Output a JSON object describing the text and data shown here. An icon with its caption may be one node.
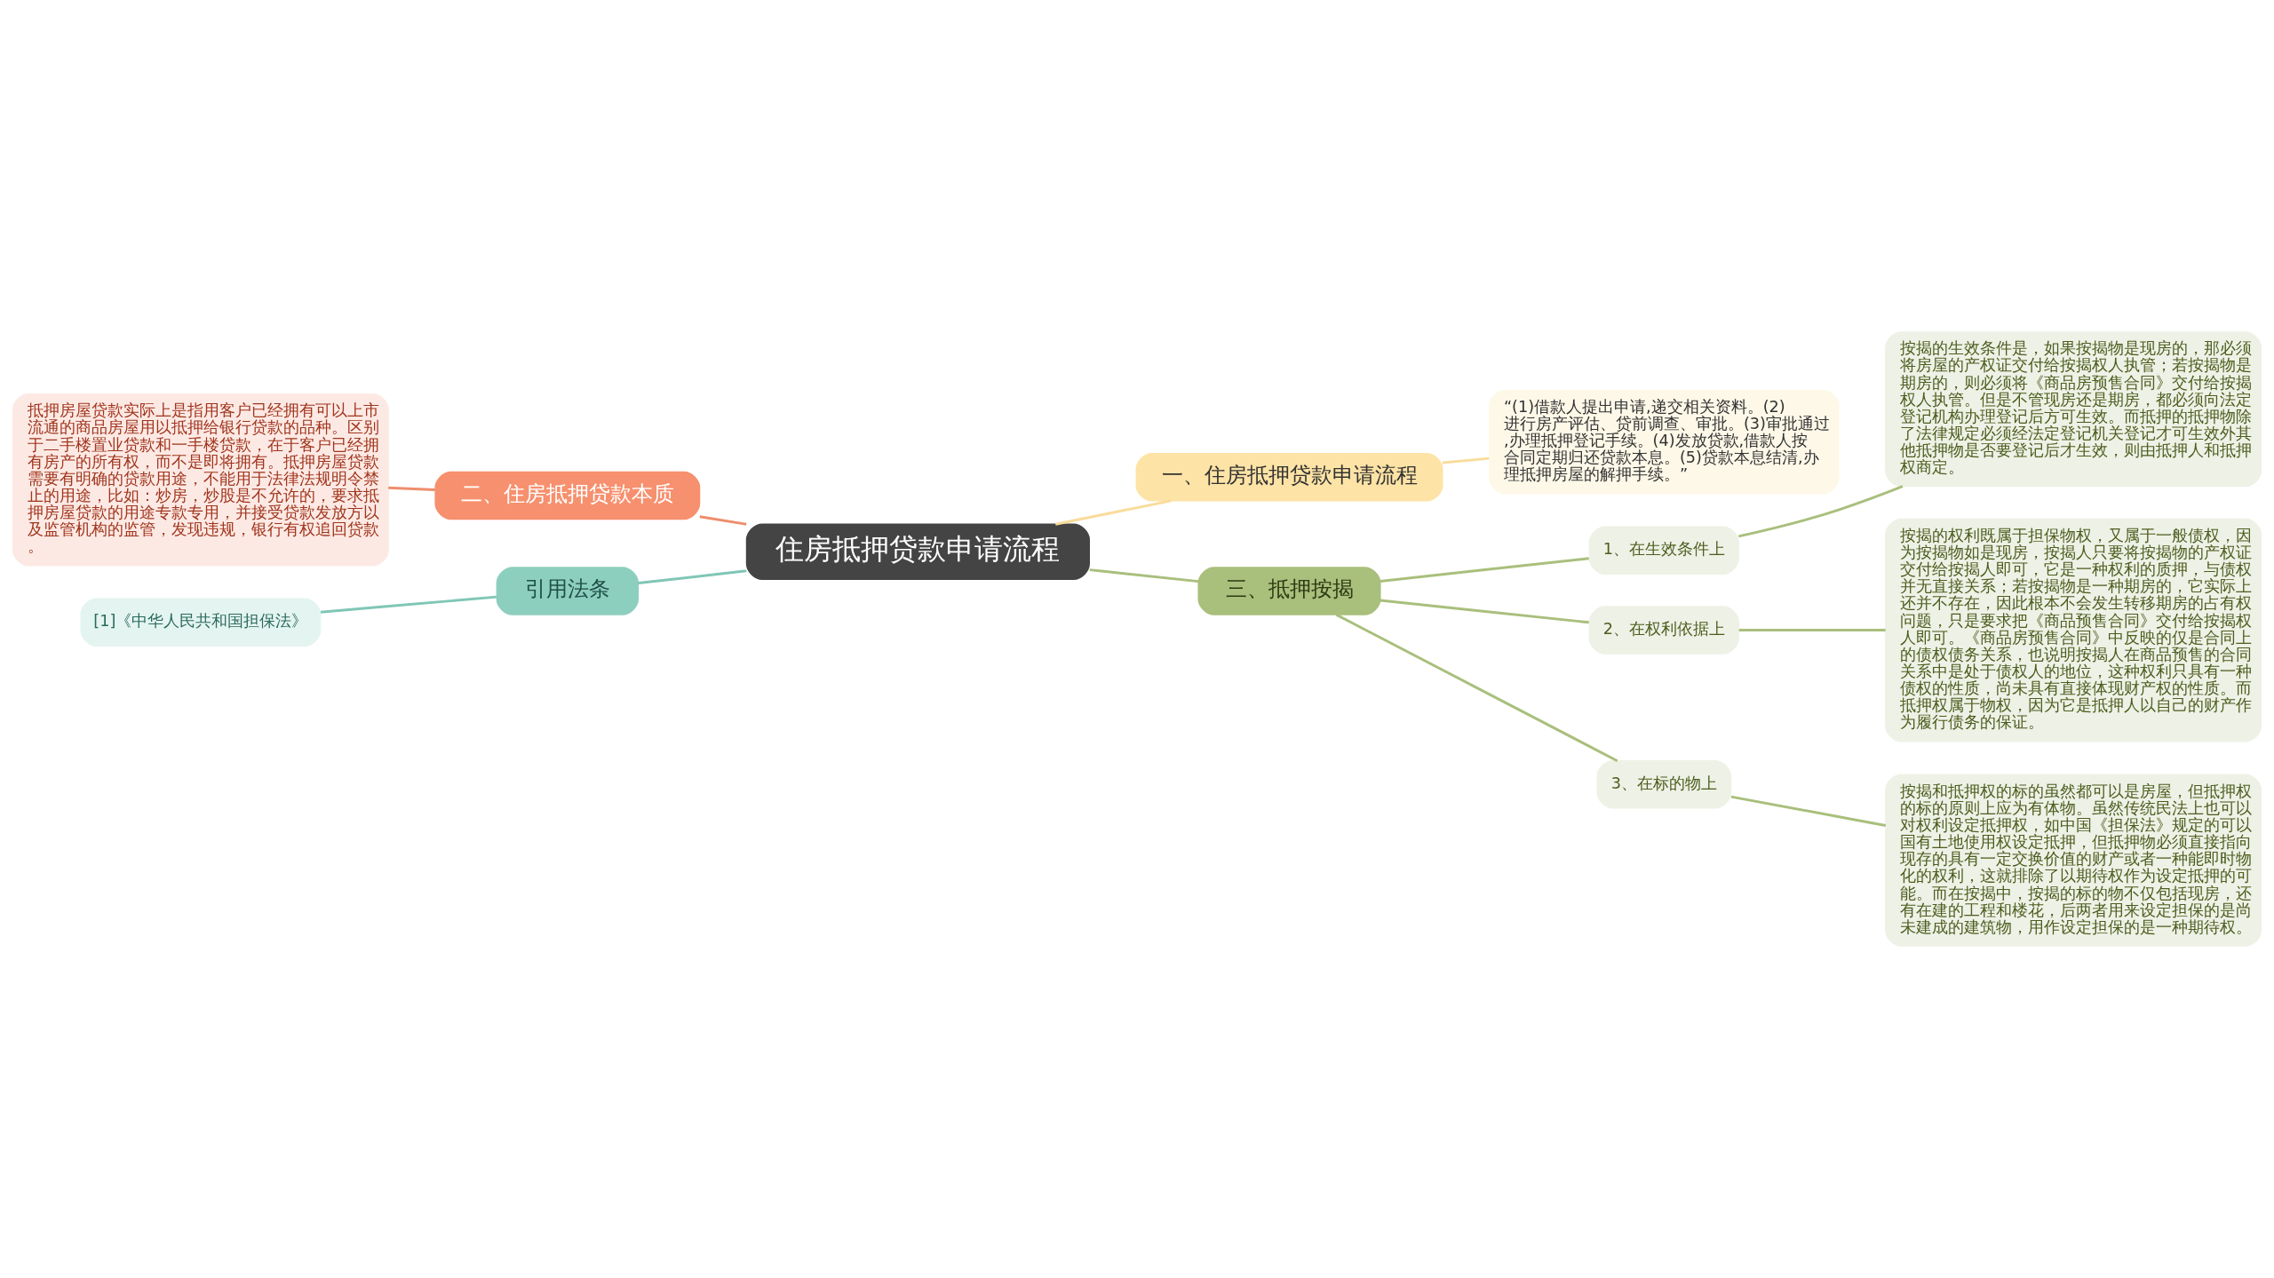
{
  "diagram": {
    "nodes": [
      {
        "text": [
          "住房抵押贷款申请流程"
        ]
      },
      {
        "text": [
          "一、住房抵押贷款申请流程"
        ]
      },
      {
        "text": [
          "“(1)借款人提出申请,递交相关资料。(2)进行房产评估、贷前调查、审批。(3)审批通过,办理抵押登记手续。(4)发放贷款,借款人按合同定期归还贷款本息。(5)贷款本息结清,办理抵押房屋的解押手续。”"
        ]
      },
      {
        "text": [
          "二、住房抵押贷款本质"
        ]
      },
      {
        "text": [
          "抵押房屋贷款实际上是指用客户已经拥有可以上市流通的商品房屋用以抵押给银行贷款的品种。区别于二手楼置业贷款和一手楼贷款，在于客户已经拥有房产的所有权，而不是即将拥有。抵押房屋贷款需要有明确的贷款用途，不能用于法律法规明令禁止的用途，比如：炒房，炒股是不允许的，要求抵押房屋贷款的用途专款专用，并接受贷款发放方以及监管机构的监管，发现违规，银行有权追回贷款。"
        ]
      },
      {
        "text": [
          "引用法条"
        ]
      },
      {
        "text": [
          "[1]《中华人民共和国担保法》"
        ]
      },
      {
        "text": [
          "三、抵押按揭"
        ]
      },
      {
        "text": [
          "1、在生效条件上"
        ]
      },
      {
        "text": [
          "按揭的生效条件是，如果按揭物是现房的，那必须将房屋的产权证交付给按揭权人执管；若按揭物是期房的，则必须将《商品房预售合同》交付给按揭权人执管。但是不管现房还是期房，都必须向法定登记机构办理登记后方可生效。而抵押的抵押物除了法律规定必须经法定登记机关登记才可生效外其他抵押物是否要登记后才生效，则由抵押人和抵押权商定。"
        ]
      },
      {
        "text": [
          "2、在权利依据上"
        ]
      },
      {
        "text": [
          "按揭的权利既属于担保物权，又属于一般债权，因为按揭物如是现房，按揭人只要将按揭物的产权证交付给按揭人即可，它是一种权利的质押，与债权并无直接关系；若按揭物是一种期房的，它实际上还并不存在，因此根本不会发生转移期房的占有权问题，只是要求把《商品预售合同》交付给按揭权人即可。《商品房预售合同》中反映的仅是合同上的债权债务关系，也说明按揭人在商品预售的合同关系中是处于债权人的地位，这种权利只具有一种债权的性质，尚未具有直接体现财产权的性质。而抵押权属于物权，因为它是抵押人以自己的财产作为履行债务的保证。"
        ]
      },
      {
        "text": [
          "3、在标的物上"
        ]
      },
      {
        "text": [
          "按揭和抵押权的标的虽然都可以是房屋，但抵押权的标的原则上应为有体物。虽然传统民法上也可以对权利设定抵押权，如中国《担保法》规定的可以国有土地使用权设定抵押，但抵押物必须直接指向现存的具有一定交换价值的财产或者一种能即时物化的权利，这就排除了以期待权作为设定抵押的可能。而在按揭中，按揭的标的物不仅包括现房，还有在建的工程和楼花，后两者用来设定担保的是尚未建成的建筑物，用作设定担保的是一种期待权。"
        ]
      }
    ],
    "edges": [
      {
        "from": 0,
        "to": 1,
        "arrow": "none",
        "color": "#f9dc9a"
      },
      {
        "from": 1,
        "to": 2,
        "arrow": "none",
        "color": "#f9dc9a"
      },
      {
        "from": 0,
        "to": 3,
        "arrow": "none",
        "color": "#ee8d6c"
      },
      {
        "from": 3,
        "to": 4,
        "arrow": "none",
        "color": "#ee8d6c"
      },
      {
        "from": 0,
        "to": 5,
        "arrow": "none",
        "color": "#7fc6b6"
      },
      {
        "from": 5,
        "to": 6,
        "arrow": "none",
        "color": "#7fc6b6"
      },
      {
        "from": 0,
        "to": 7,
        "arrow": "none"
      },
      {
        "from": 7,
        "to": 8,
        "arrow": "none"
      },
      {
        "from": 8,
        "to": 9,
        "arrow": "none"
      },
      {
        "from": 7,
        "to": 10,
        "arrow": "none"
      },
      {
        "from": 10,
        "to": 11,
        "arrow": "none"
      },
      {
        "from": 7,
        "to": 12,
        "arrow": "none"
      },
      {
        "from": 12,
        "to": 13,
        "arrow": "none"
      }
    ]
  }
}
